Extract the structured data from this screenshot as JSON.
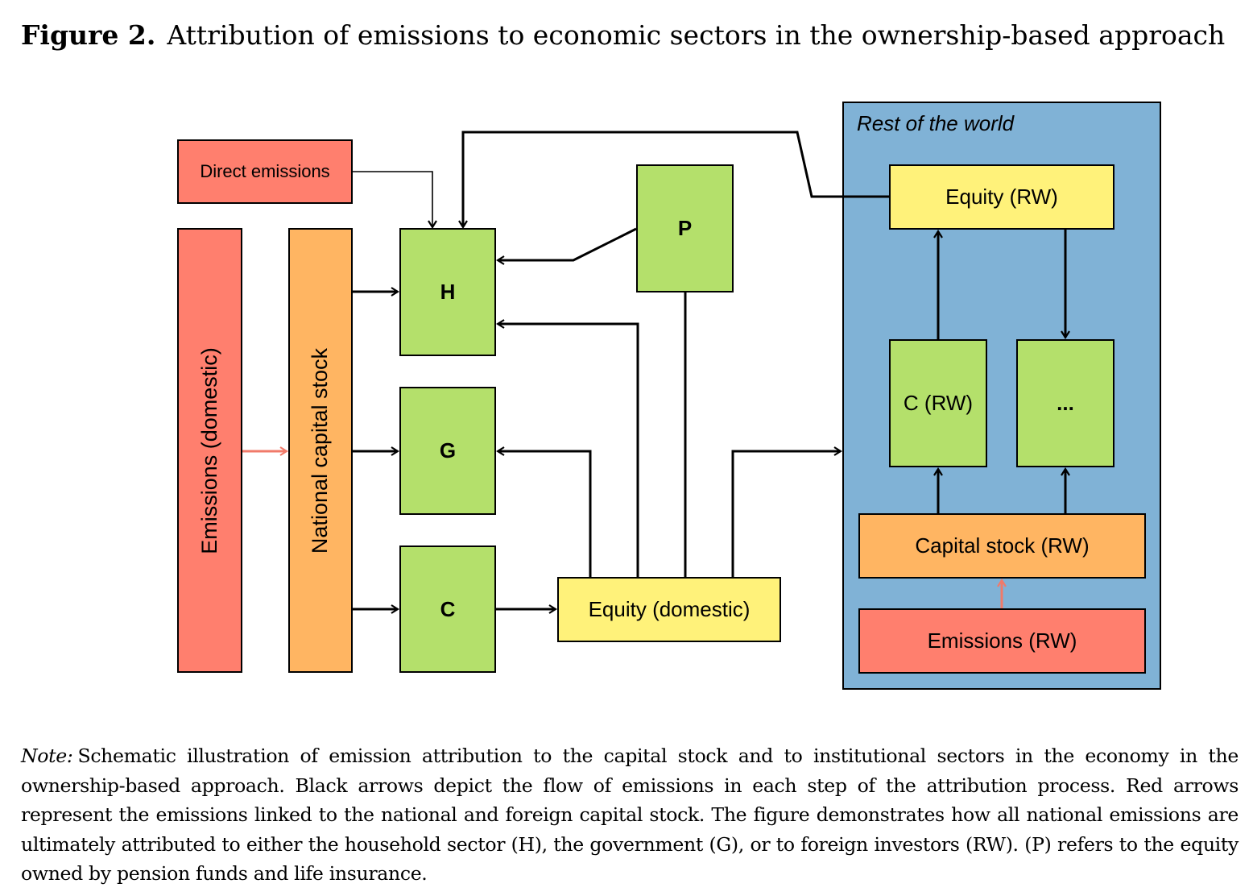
{
  "caption": {
    "label": "Figure 2.",
    "title": "Attribution of emissions to economic sectors in the ownership-based approach"
  },
  "diagram": {
    "rest_of_world_title": "Rest of the world",
    "direct_emissions": "Direct emissions",
    "emissions_domestic": "Emissions (domestic)",
    "national_capital_stock": "National capital stock",
    "h": "H",
    "g": "G",
    "c": "C",
    "p": "P",
    "equity_domestic": "Equity (domestic)",
    "equity_rw": "Equity (RW)",
    "c_rw": "C (RW)",
    "ellipsis": "...",
    "capital_stock_rw": "Capital stock (RW)",
    "emissions_rw": "Emissions (RW)",
    "colors": {
      "sector_green": "#b4e06b",
      "emissions_red": "#ff7f6e",
      "capital_orange": "#ffb562",
      "equity_yellow": "#fff27a",
      "rest_of_world_blue": "#80b2d6",
      "red_arrow": "#f07a6a",
      "black_arrow": "#000000"
    }
  },
  "note": {
    "label": "Note:",
    "text": "Schematic illustration of emission attribution to the capital stock and to institutional sectors in the economy in the ownership-based approach. Black arrows depict the flow of emissions in each step of the attribution process. Red arrows represent the emissions linked to the national and foreign capital stock. The figure demonstrates how all national emissions are ultimately attributed to either the household sector (H), the government (G), or to foreign investors (RW). (P) refers to the equity owned by pension funds and life insurance."
  }
}
